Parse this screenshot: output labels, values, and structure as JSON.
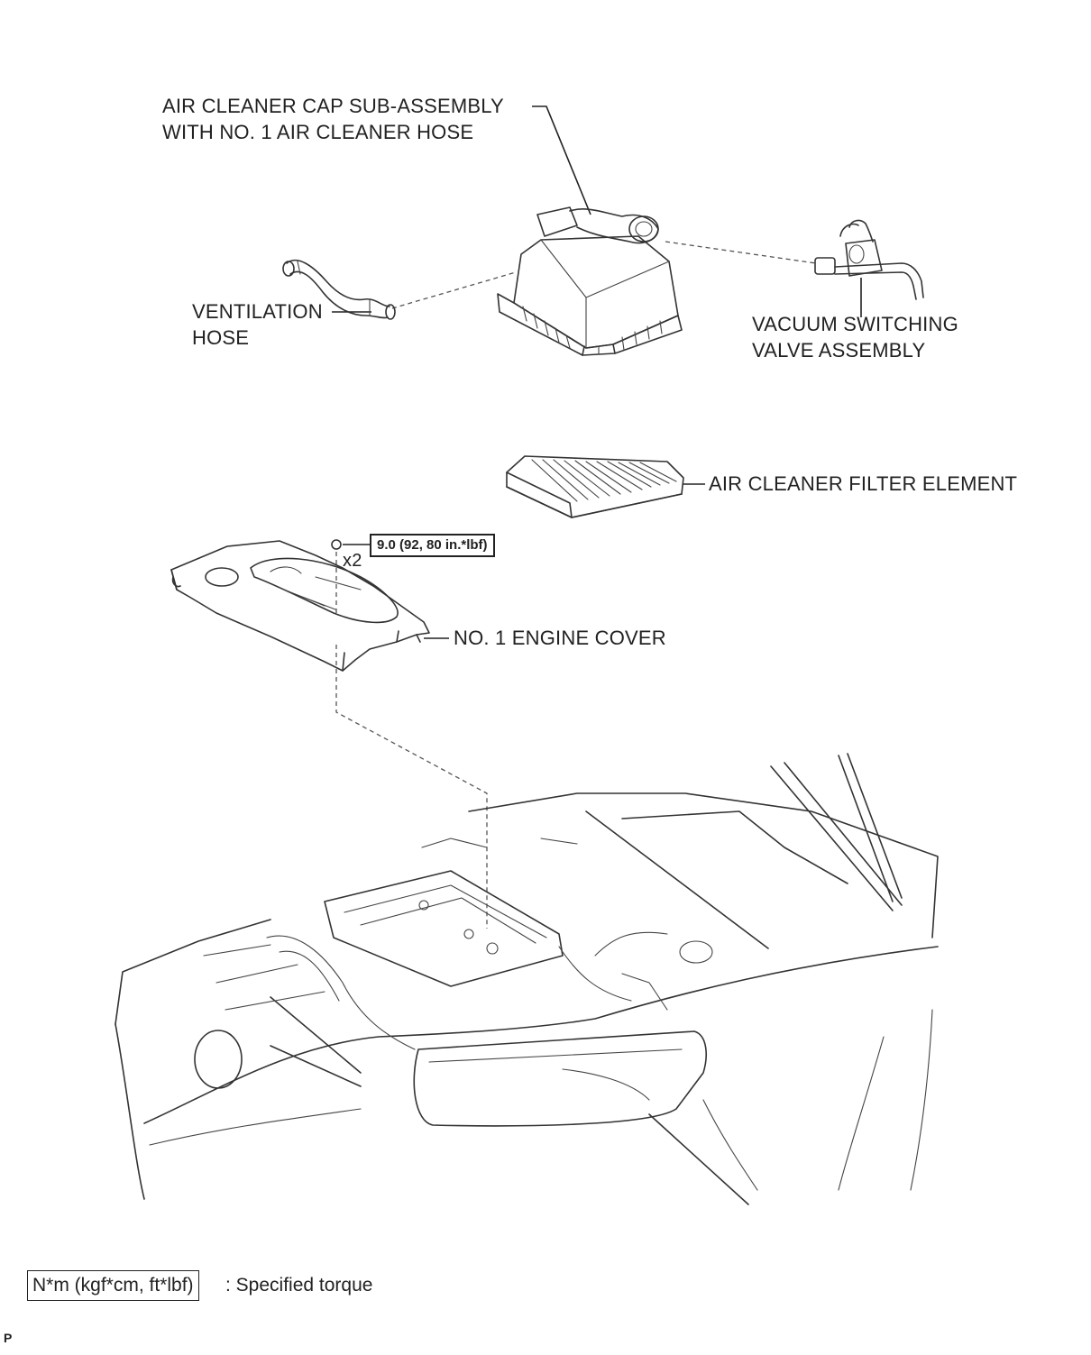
{
  "labels": {
    "air_cleaner_cap_line1": "AIR CLEANER CAP SUB-ASSEMBLY",
    "air_cleaner_cap_line2": "WITH NO. 1 AIR CLEANER HOSE",
    "ventilation_hose_line1": "VENTILATION",
    "ventilation_hose_line2": "HOSE",
    "vacuum_valve_line1": "VACUUM SWITCHING",
    "vacuum_valve_line2": "VALVE ASSEMBLY",
    "filter_element": "AIR CLEANER FILTER ELEMENT",
    "engine_cover": "NO. 1 ENGINE COVER"
  },
  "torque": {
    "value": "9.0 (92, 80 in.*lbf)",
    "quantity": "x2"
  },
  "legend": {
    "unit_box": "N*m (kgf*cm, ft*lbf)",
    "description": ": Specified torque"
  },
  "footer": {
    "page_letter": "P"
  }
}
